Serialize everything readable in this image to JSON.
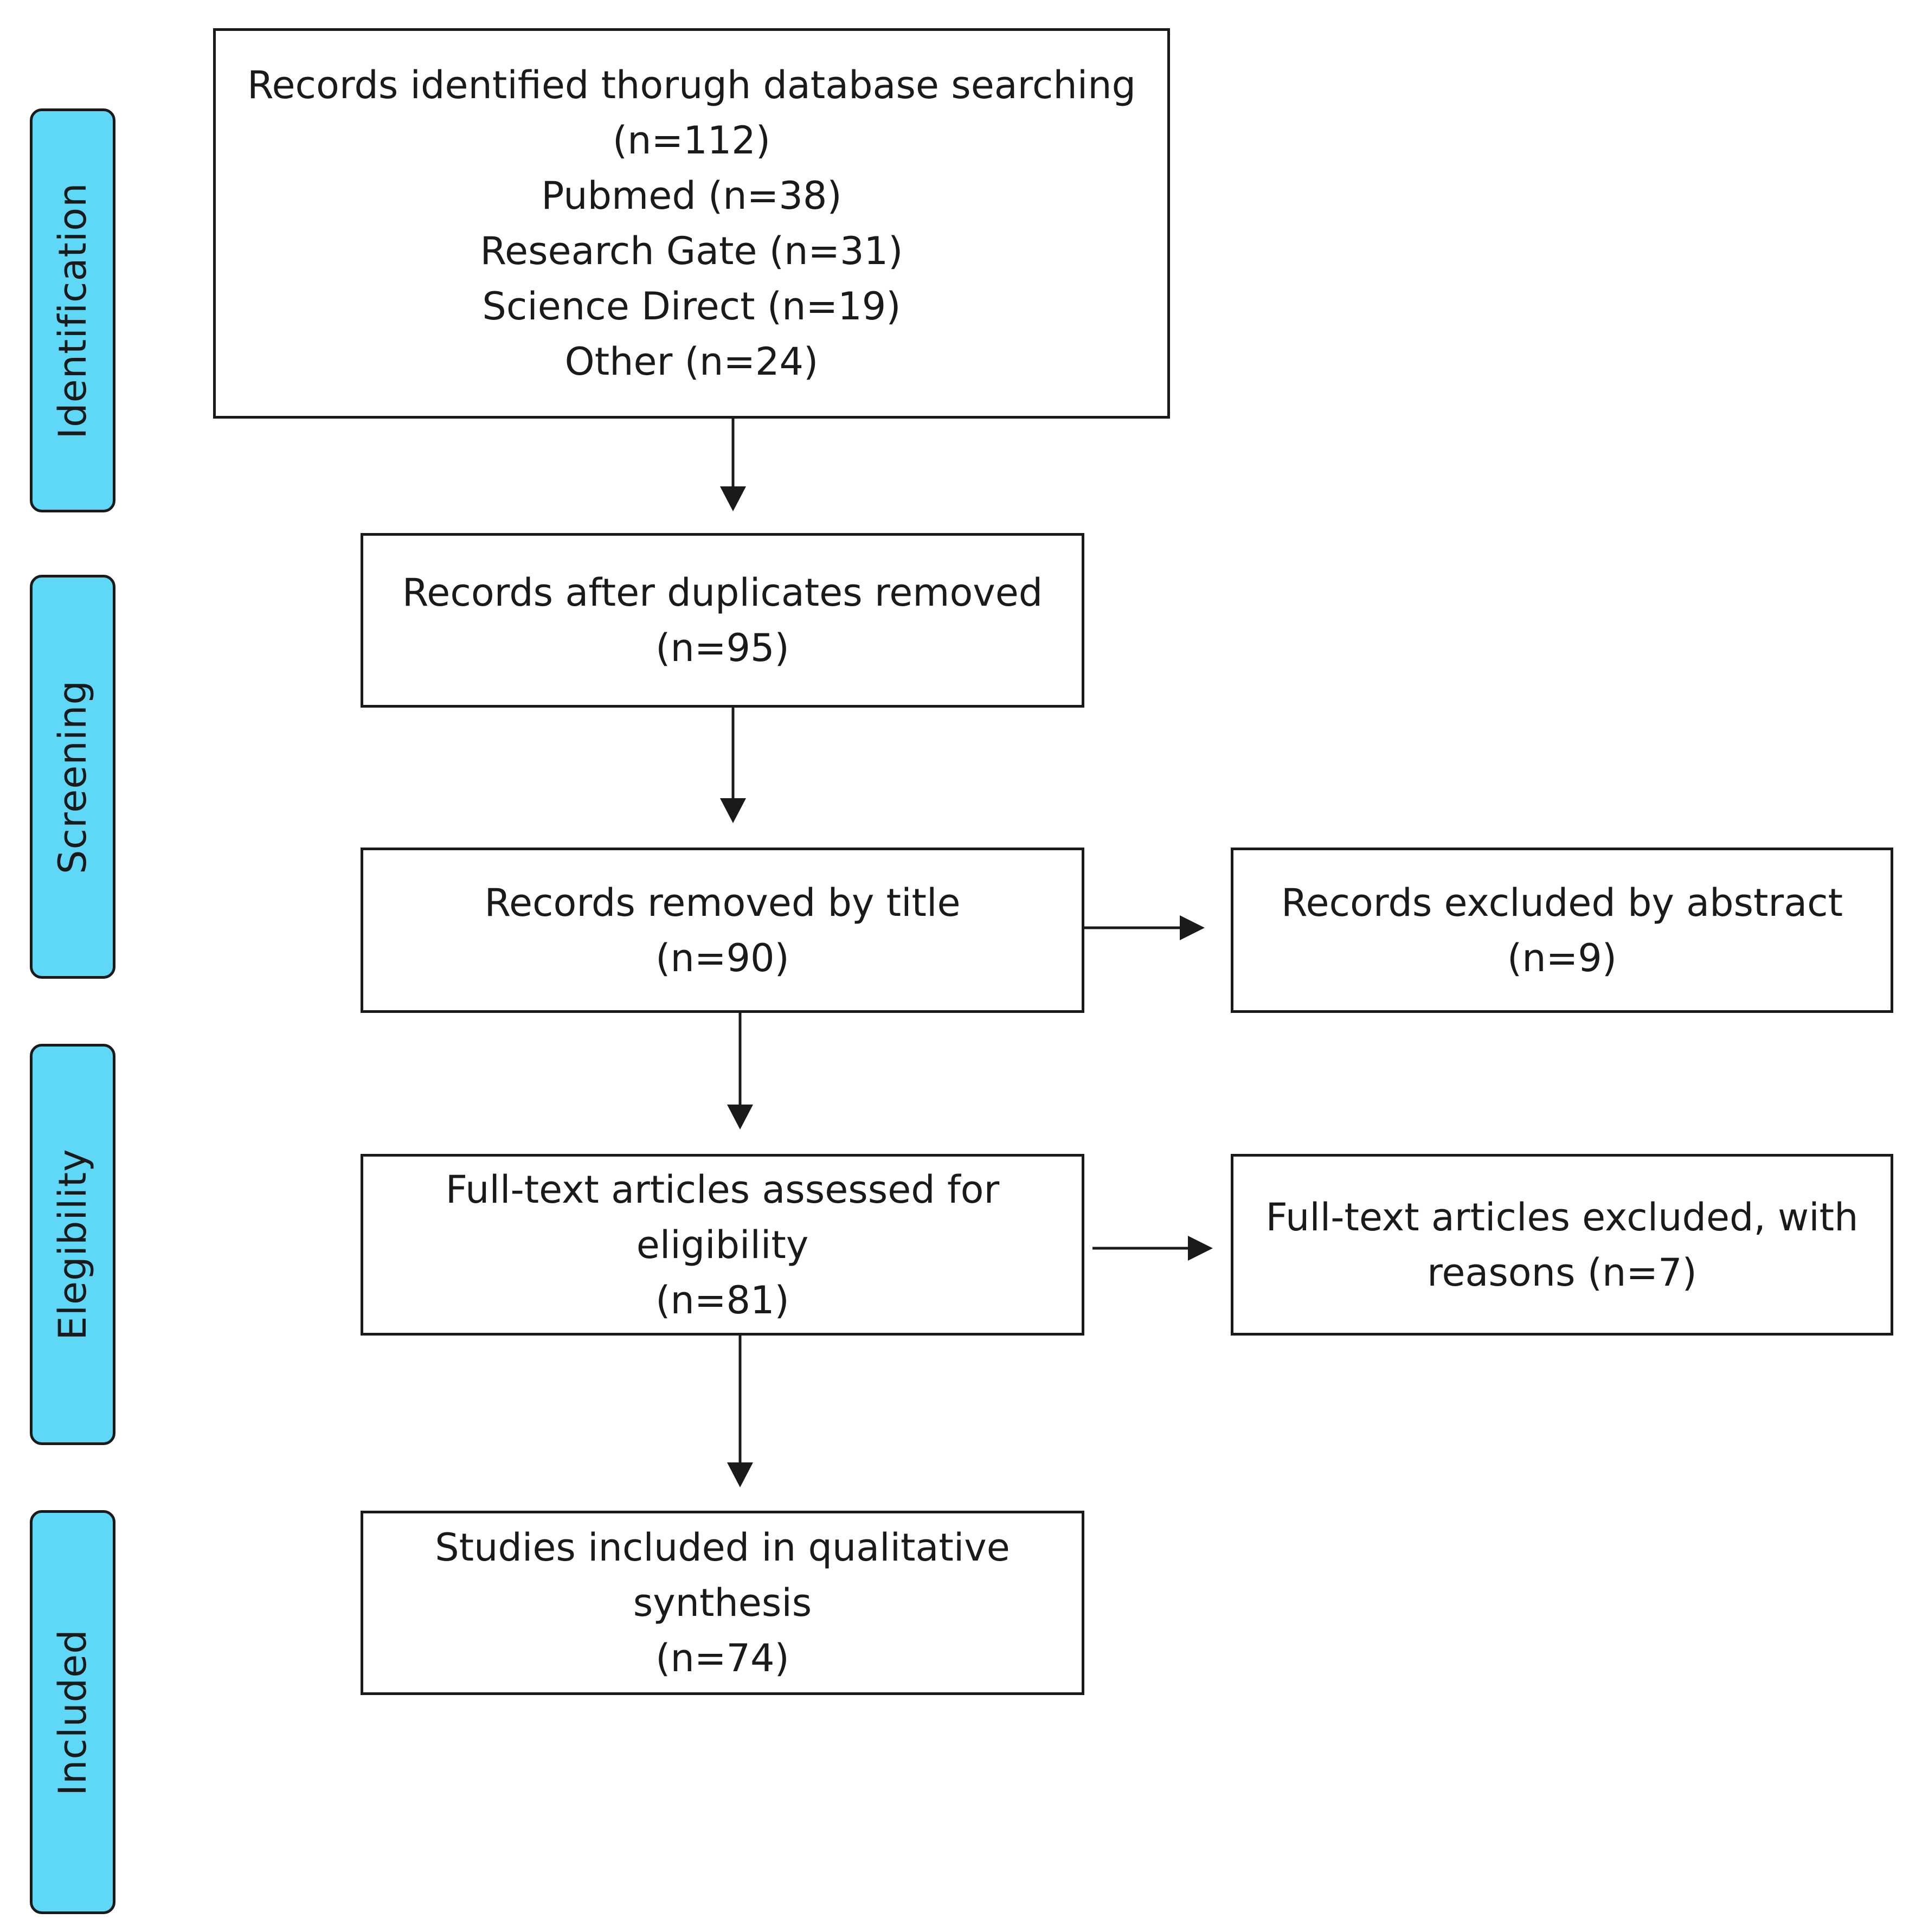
{
  "stages": {
    "identification": "Identification",
    "screening": "Screening",
    "eligibility": "Elegibility",
    "included": "Included"
  },
  "boxes": {
    "identified": {
      "lines": [
        "Records identified thorugh database searching",
        "(n=112)",
        "Pubmed (n=38)",
        "Research Gate (n=31)",
        "Science Direct (n=19)",
        "Other (n=24)"
      ]
    },
    "duplicates_removed": {
      "lines": [
        "Records after duplicates removed",
        "(n=95)"
      ]
    },
    "removed_by_title": {
      "lines": [
        "Records removed by title",
        "(n=90)"
      ]
    },
    "excluded_by_abstract": {
      "lines": [
        "Records excluded by abstract",
        "(n=9)"
      ]
    },
    "full_text_assessed": {
      "lines": [
        "Full-text articles assessed for",
        "eligibility",
        "(n=81)"
      ]
    },
    "full_text_excluded": {
      "lines": [
        "Full-text articles excluded, with",
        "reasons (n=7)"
      ]
    },
    "studies_included": {
      "lines": [
        "Studies included in qualitative",
        "synthesis",
        "(n=74)"
      ]
    }
  },
  "colors": {
    "stage_fill": "#5fd7f7",
    "stroke": "#1a1a1a",
    "box_fill": "#ffffff"
  }
}
